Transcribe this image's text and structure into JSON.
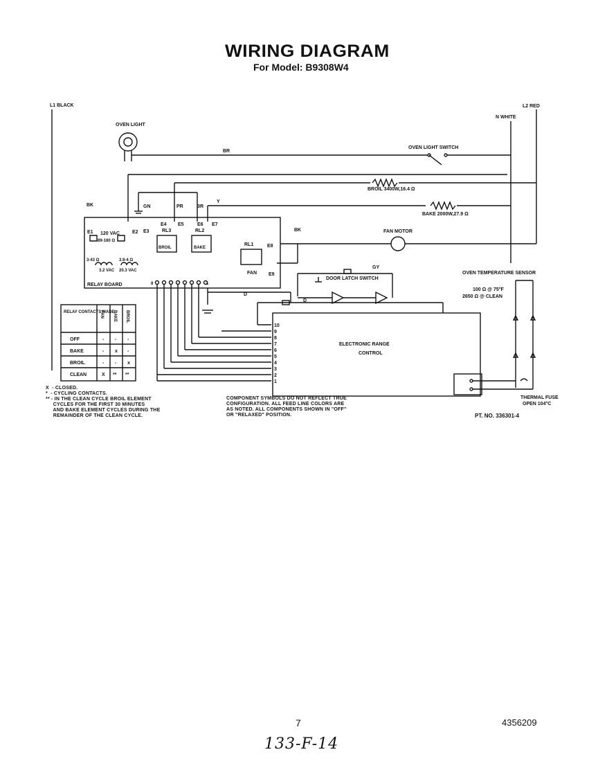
{
  "header": {
    "title": "WIRING DIAGRAM",
    "subtitle": "For Model: B9308W4"
  },
  "lines": {
    "l1": "L1 BLACK",
    "l2": "L2 RED",
    "n": "N WHITE"
  },
  "components": {
    "oven_light": "OVEN LIGHT",
    "oven_light_switch": "OVEN LIGHT SWITCH",
    "broil": "BROIL 3400W,16.4 Ω",
    "bake": "BAKE 2000W,27.9 Ω",
    "fan_motor": "FAN MOTOR",
    "relay_board": "RELAY BOARD",
    "door_latch_switch": "DOOR LATCH SWITCH",
    "oven_temperature_sensor": "OVEN TEMPERATURE SENSOR",
    "sensor_spec_1": "100 Ω @ 75°F",
    "sensor_spec_2": "2650 Ω @ CLEAN",
    "electronic_range_control_1": "ELECTRONIC RANGE",
    "electronic_range_control_2": "CONTROL",
    "thermal_fuse_1": "THERMAL FUSE",
    "thermal_fuse_2": "OPEN 104°C",
    "part_no": "PT. NO. 336301-4"
  },
  "relay_board_labels": {
    "e1": "E1",
    "e2": "E2",
    "e3": "E3",
    "e4": "E4",
    "e5": "E5",
    "e6": "E6",
    "e7": "E7",
    "e8": "E8",
    "e9": "E9",
    "vac120": "120 VAC",
    "ohm": "89-180 Ω",
    "rl3": "RL3",
    "rl2": "RL2",
    "rl1": "RL1",
    "broil": "BROIL",
    "bake": "BAKE",
    "fan": "FAN",
    "t1": "3-43 Ω",
    "t2": "3.9-4 Ω",
    "t3": "3.2 VAC",
    "t4": "20.3 VAC",
    "pin8": "8",
    "pin1": "1"
  },
  "wire_labels": {
    "bk": "BK",
    "br": "BR",
    "pr": "PR",
    "y": "Y",
    "gn": "GN",
    "d": "D",
    "gy": "GY"
  },
  "erc_pins": [
    "10",
    "9",
    "8",
    "7",
    "6",
    "5",
    "4",
    "3",
    "2",
    "1"
  ],
  "relay_table": {
    "header": "RELAY CONTACTS MADE",
    "columns": [
      "FAN",
      "BAKE",
      "BROIL"
    ],
    "rows": [
      {
        "mode": "OFF",
        "cells": [
          "-",
          "-",
          "-"
        ]
      },
      {
        "mode": "BAKE",
        "cells": [
          "-",
          "x",
          "-"
        ]
      },
      {
        "mode": "BROIL",
        "cells": [
          "-",
          "-",
          "x"
        ]
      },
      {
        "mode": "CLEAN",
        "cells": [
          "X",
          "**",
          "**"
        ]
      }
    ]
  },
  "notes": {
    "legend": "X  - CLOSED.\n*  - CYCLING CONTACTS.\n** - IN THE CLEAN CYCLE BROIL ELEMENT\n     CYCLES FOR THE FIRST 30 MINUTES\n     AND BAKE ELEMENT CYCLES DURING THE\n     REMAINDER OF THE CLEAN CYCLE.",
    "component": "COMPONENT SYMBOLS DO NOT REFLECT TRUE\nCONFIGURATION. ALL FEED LINE COLORS ARE\nAS NOTED. ALL COMPONENTS SHOWN IN \"OFF\"\nOR \"RELAXED\" POSITION."
  },
  "footer": {
    "page": "7",
    "doc": "4356209",
    "handwritten": "133-F-14"
  }
}
